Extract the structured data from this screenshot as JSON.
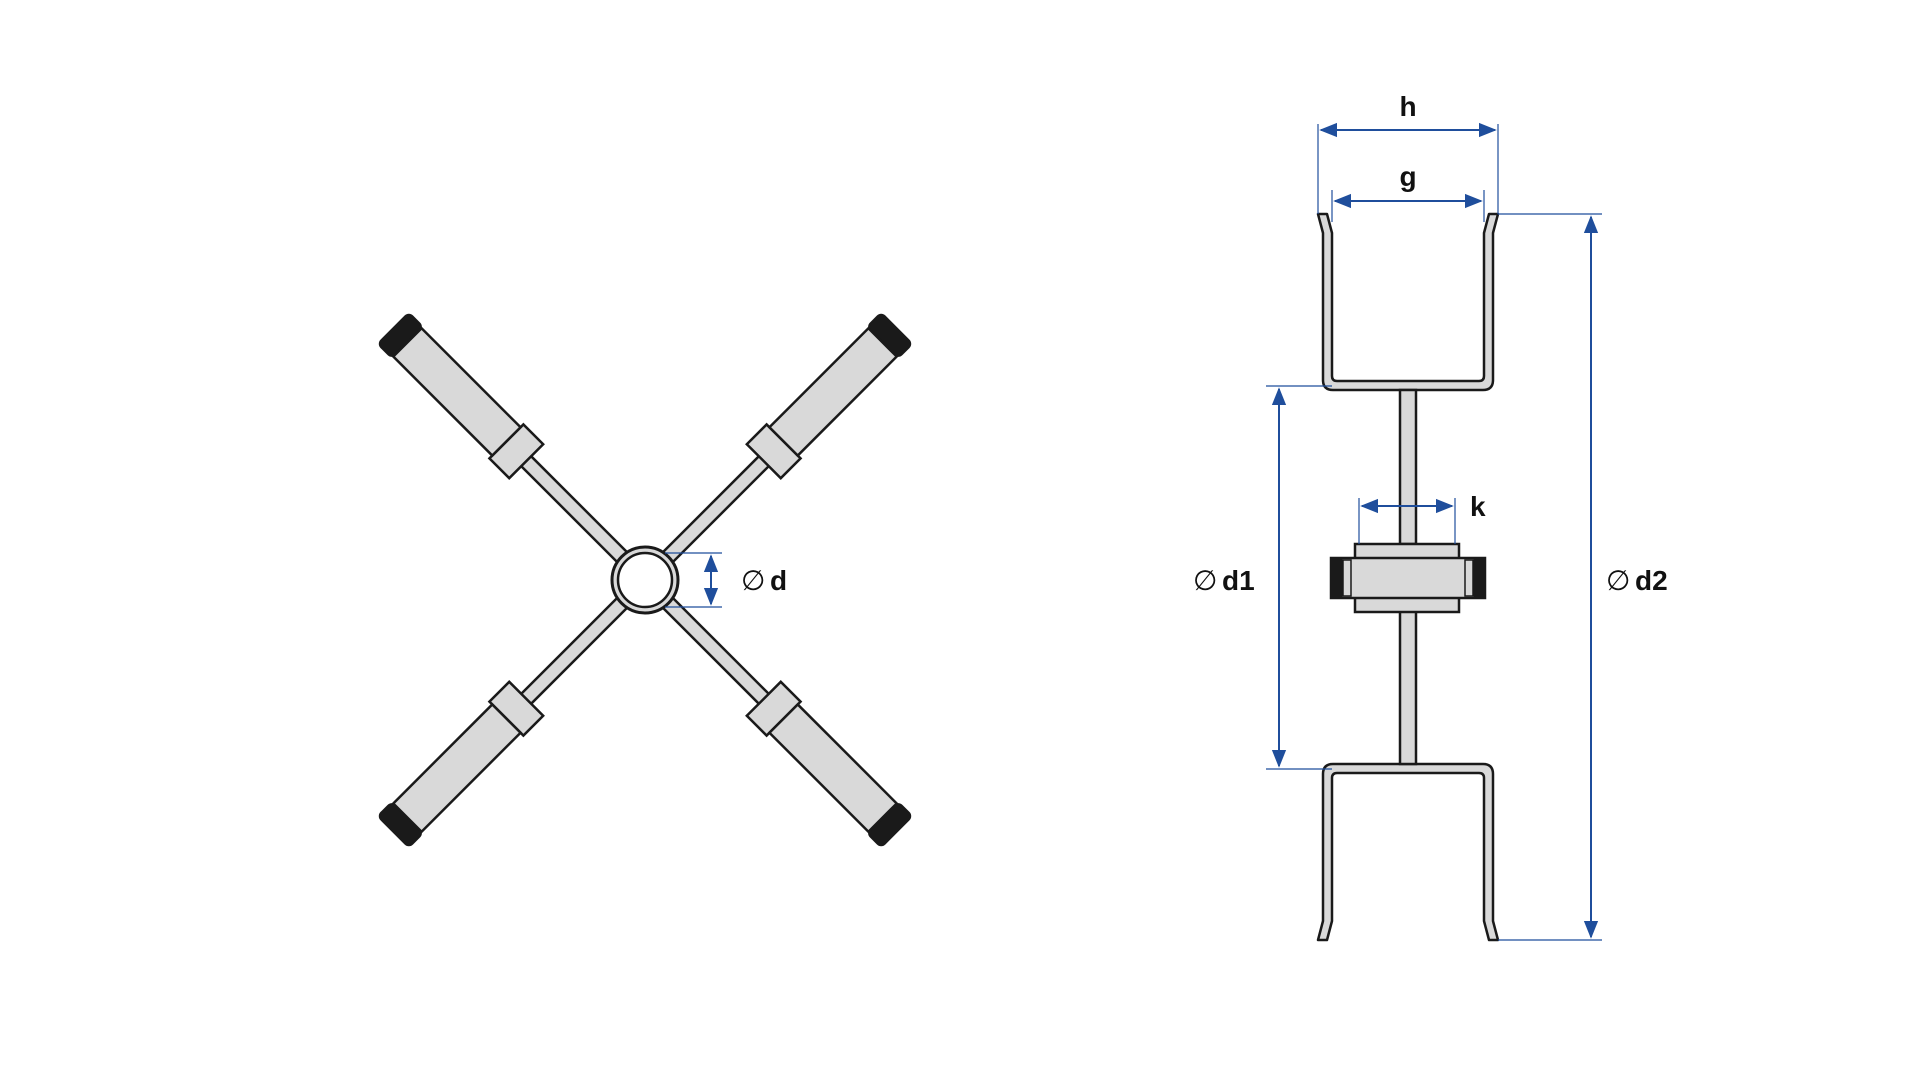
{
  "colors": {
    "outline": "#1a1a1a",
    "fill": "#d9d9d9",
    "dimension": "#1f4e9c",
    "background": "#ffffff"
  },
  "front_view": {
    "diameter_symbol": "∅",
    "label_d": "d"
  },
  "side_view": {
    "label_h": "h",
    "label_g": "g",
    "label_k": "k",
    "diameter_symbol": "∅",
    "label_d1": "d1",
    "label_d2": "d2"
  }
}
